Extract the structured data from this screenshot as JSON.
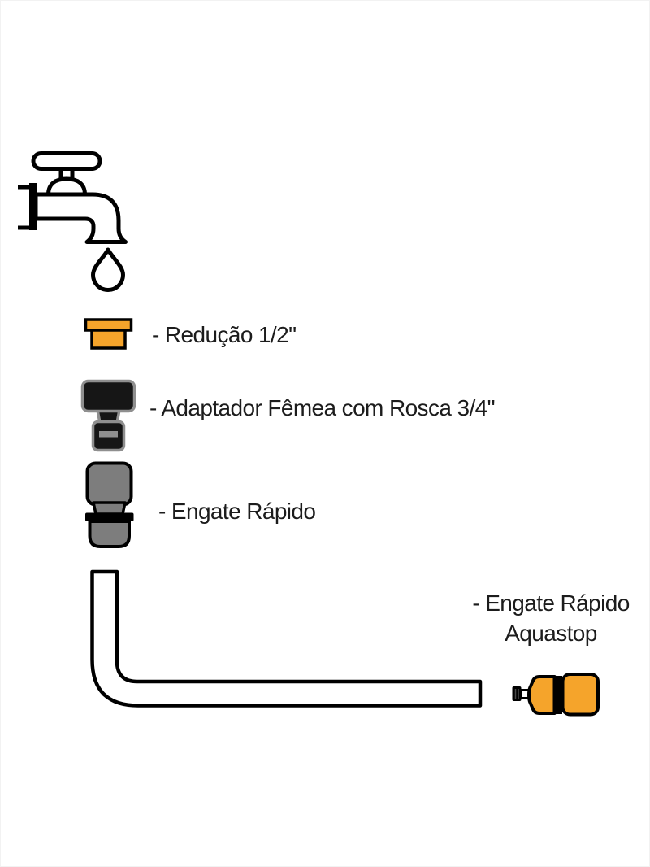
{
  "page": {
    "background": "#ffffff",
    "type": "product-assembly-diagram"
  },
  "colors": {
    "orange": "#F5A42B",
    "gray": "#7D7D7D",
    "dark": "#161616",
    "dark_outline": "#8F8F8F",
    "line": "#000000",
    "text": "#1C1C1C",
    "white": "#ffffff"
  },
  "labels": {
    "reducao": "- Redução 1/2\"",
    "adaptador": "- Adaptador Fêmea com Rosca 3/4\"",
    "engate": "- Engate Rápido",
    "aquastop_line1": "- Engate Rápido",
    "aquastop_line2": "Aquastop"
  },
  "icons": {
    "faucet": "faucet-icon",
    "water_drop": "water-drop-icon",
    "reducer": "reducer-fitting-icon",
    "female_adapter": "female-adapter-fitting-icon",
    "quick_connector": "quick-connector-fitting-icon",
    "hose": "hose-icon",
    "aquastop_connector": "aquastop-connector-fitting-icon"
  }
}
